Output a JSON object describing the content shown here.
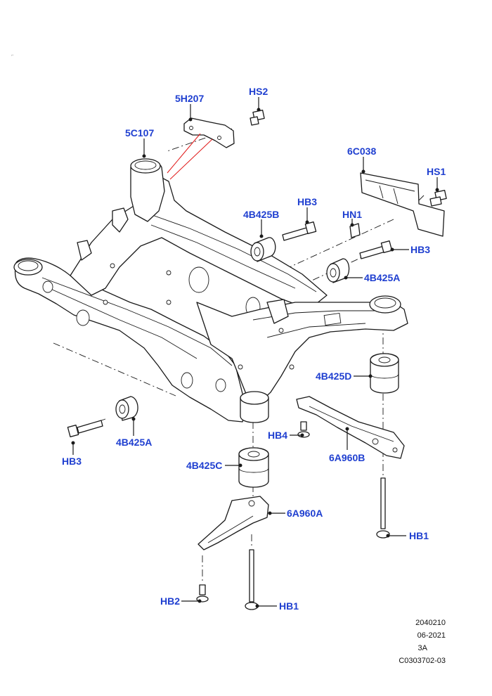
{
  "labels": {
    "5H207": "5H207",
    "HS2": "HS2",
    "5C107": "5C107",
    "6C038": "6C038",
    "HS1": "HS1",
    "HB3_top": "HB3",
    "4B425B": "4B425B",
    "HN1": "HN1",
    "HB3_mid": "HB3",
    "4B425A_right": "4B425A",
    "4B425D": "4B425D",
    "4B425A_left": "4B425A",
    "HB3_left": "HB3",
    "HB4": "HB4",
    "6A960B": "6A960B",
    "4B425C": "4B425C",
    "6A960A": "6A960A",
    "HB1_right": "HB1",
    "HB2": "HB2",
    "HB1_bottom": "HB1"
  },
  "footer": {
    "line1": "2040210",
    "line2": "06-2021",
    "line3": "3A",
    "line4": "C0303702-03"
  },
  "corner_mark": "⌐",
  "colors": {
    "label": "#1f3fd0",
    "line": "#1a1a1a",
    "highlight": "#e01818"
  }
}
